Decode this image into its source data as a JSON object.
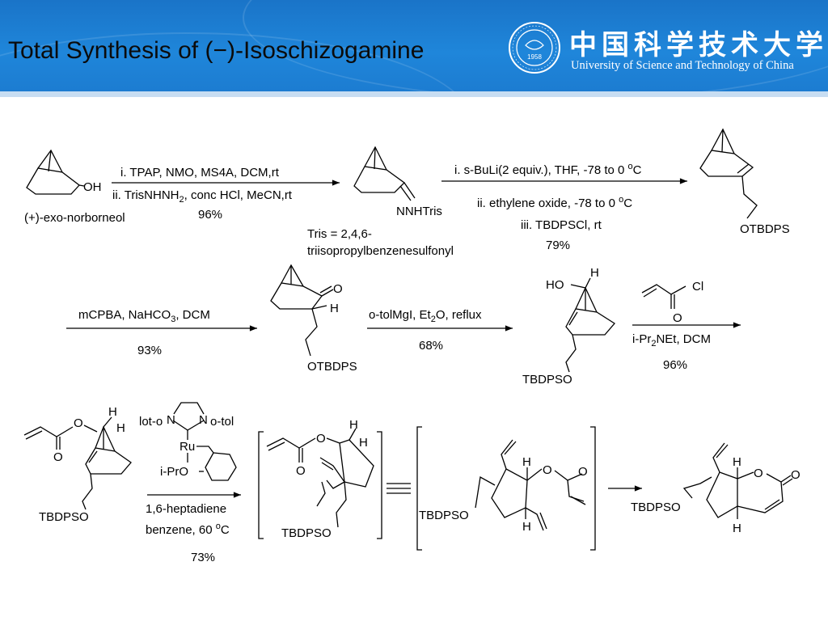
{
  "header": {
    "title": "Total Synthesis of (−)-Isoschizogamine",
    "university_cn": "中国科学技术大学",
    "university_en": "University of Science and Technology of China",
    "seal_year": "1958",
    "colors": {
      "band": "#1f86da",
      "title_text": "#0b0b0b",
      "univ_text": "#ffffff"
    }
  },
  "scheme": {
    "step1": {
      "start_label": "(+)-exo-norborneol",
      "start_group": "OH",
      "reagent_1": "i. TPAP, NMO, MS4A, DCM,rt",
      "reagent_2_pre": "ii. TrisNHNH",
      "reagent_2_sub": "2",
      "reagent_2_post": ", conc HCl, MeCN,rt",
      "yield": "96%",
      "product_group": "NNHTris",
      "tris_def_1": "Tris = 2,4,6-",
      "tris_def_2": "triisopropylbenzenesulfonyl"
    },
    "step2": {
      "reagent_1_pre": "i. s-BuLi(2 equiv.), THF, -78 to 0 ",
      "reagent_1_sup": "o",
      "reagent_1_post": "C",
      "reagent_2_pre": "ii. ethylene oxide, -78 to 0 ",
      "reagent_2_sup": "o",
      "reagent_2_post": "C",
      "reagent_3": "iii. TBDPSCl, rt",
      "yield": "79%",
      "product_group": "OTBDPS"
    },
    "step3": {
      "reagent_pre": "mCPBA, NaHCO",
      "reagent_sub": "3",
      "reagent_post": ", DCM",
      "yield": "93%",
      "product_o": "O",
      "product_h": "H",
      "product_group": "OTBDPS"
    },
    "step4": {
      "reagent_pre": "o-tolMgI, Et",
      "reagent_sub": "2",
      "reagent_post": "O, reflux",
      "yield": "68%",
      "product_ho": "HO",
      "product_h": "H",
      "product_group": "TBDPSO"
    },
    "step5": {
      "acyl_cl": "Cl",
      "acyl_o": "O",
      "reagent_pre": "i-Pr",
      "reagent_sub": "2",
      "reagent_post": "NEt, DCM",
      "yield": "96%"
    },
    "step6": {
      "ester_o": "O",
      "ester_carbonyl_o": "O",
      "h1": "H",
      "h2": "H",
      "start_group": "TBDPSO",
      "cat_lot": "lot-o",
      "cat_n1": "N",
      "cat_n2": "N",
      "cat_otol": "o-tol",
      "cat_ru": "Ru",
      "cat_ipro": "i-PrO",
      "reagent_1": "1,6-heptadiene",
      "reagent_2_pre": "benzene, 60 ",
      "reagent_2_sup": "o",
      "reagent_2_post": "C",
      "yield": "73%",
      "intermediate_o": "O",
      "intermediate_carbonyl_o": "O",
      "intermediate_h1": "H",
      "intermediate_h2": "H",
      "intermediate_group": "TBDPSO",
      "rearranged_h1": "H",
      "rearranged_h2": "H",
      "rearranged_o": "O",
      "rearranged_carbonyl_o": "O",
      "rearranged_group": "TBDPSO",
      "final_h1": "H",
      "final_h2": "H",
      "final_o": "O",
      "final_carbonyl_o": "O",
      "final_group": "TBDPSO"
    }
  }
}
